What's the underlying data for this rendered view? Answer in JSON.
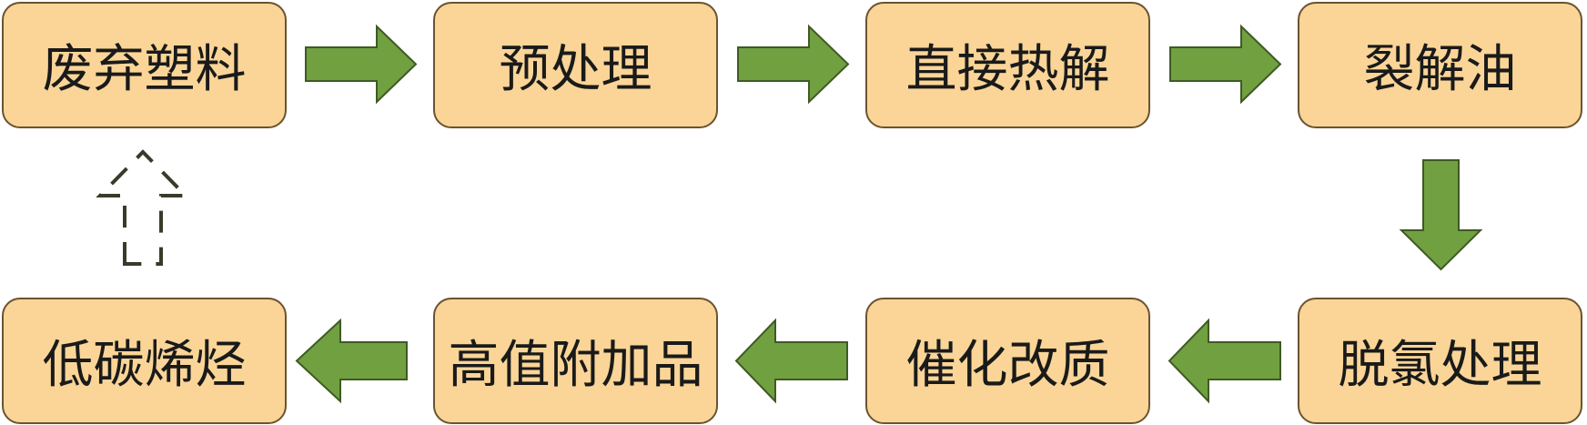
{
  "nodes": {
    "waste_plastic": "废弃塑料",
    "pretreatment": "预处理",
    "direct_pyrolysis": "直接热解",
    "pyrolysis_oil": "裂解油",
    "dechlorination": "脱氯处理",
    "catalytic_upgrading": "催化改质",
    "high_value_products": "高值附加品",
    "low_carbon_olefins": "低碳烯烃"
  },
  "colors": {
    "box_fill": "#fad597",
    "box_border": "#6b5330",
    "arrow_fill": "#71a041",
    "arrow_stroke": "#3f5a24",
    "dashed_arrow": "#3a3a2a"
  }
}
